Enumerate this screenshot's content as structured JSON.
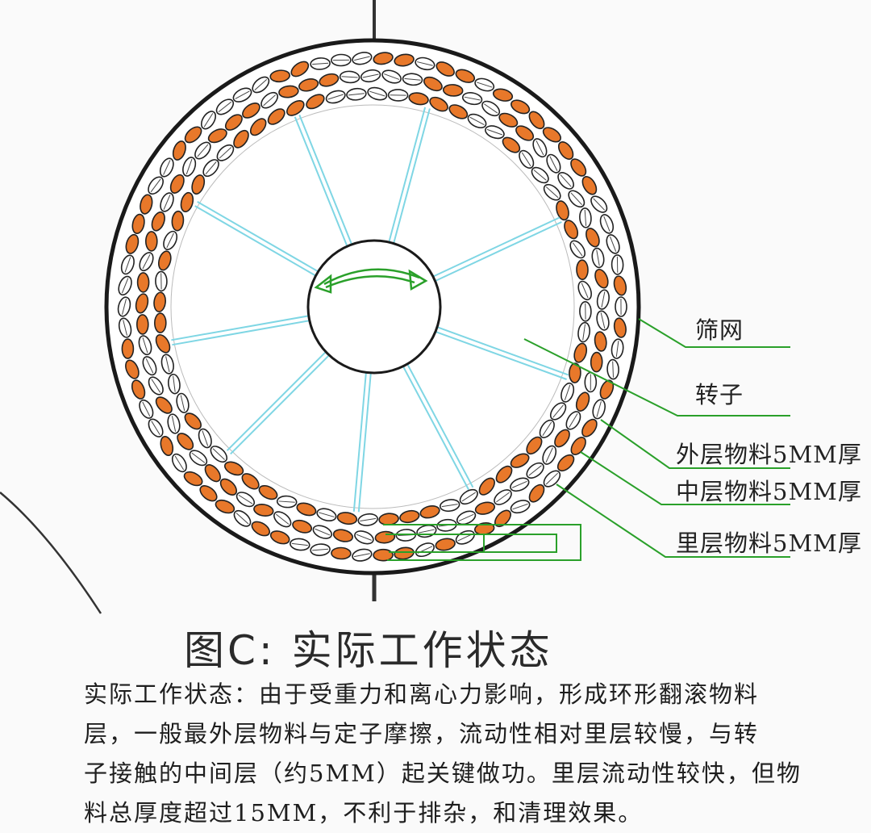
{
  "labels": {
    "screen": "筛网",
    "rotor": "转子",
    "outer": "外层物料5MM厚",
    "middle": "中层物料5MM厚",
    "inner": "里层物料5MM厚"
  },
  "caption": "图C: 实际工作状态",
  "paragraph": {
    "line1": "实际工作状态：由于受重力和离心力影响，形成环形翻滚物料",
    "line2": "层，一般最外层物料与定子摩擦，流动性相对里层较慢，与转",
    "line3": "子接触的中间层（约5MM）起关键做功。里层流动性较快，但物",
    "line4": "料总厚度超过15MM，不利于排杂，和清理效果。"
  },
  "colors": {
    "cyan": "#7fd6e4",
    "green": "#2aa02a",
    "orange": "#e8782a",
    "ink": "#222222"
  }
}
